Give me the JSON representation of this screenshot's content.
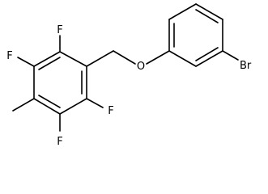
{
  "atoms": {
    "f_top": "F",
    "f_upper_left": "F",
    "f_lower_left": "F",
    "f_lower_right": "F",
    "oxygen": "O",
    "bromine": "Br"
  }
}
